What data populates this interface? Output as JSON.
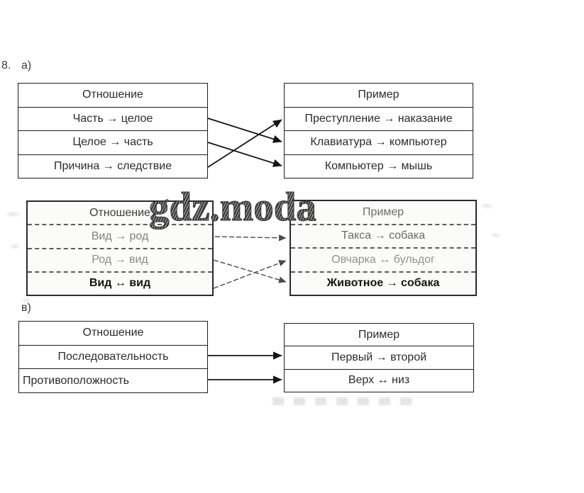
{
  "exercise": {
    "number": "8."
  },
  "watermark": {
    "text": "gdz.moda"
  },
  "colors": {
    "border": "#1c1c1c",
    "scan_border": "#2a2a2a",
    "faded_text": "#8b8b8b",
    "arrow": "#141414",
    "scan_arrow": "#4a4a4a"
  },
  "sections": {
    "a": {
      "label": "а)",
      "relation_table": {
        "header": "Отношение",
        "rows": [
          "Часть → целое",
          "Целое → часть",
          "Причина → следствие"
        ]
      },
      "example_table": {
        "header": "Пример",
        "rows": [
          "Преступление → наказание",
          "Клавиатура → компьютер",
          "Компьютер → мышь"
        ]
      },
      "connections": [
        {
          "from": "Часть → целое",
          "to": "Клавиатура → компьютер"
        },
        {
          "from": "Целое → часть",
          "to": "Компьютер → мышь"
        },
        {
          "from": "Причина → следствие",
          "to": "Преступление → наказание"
        }
      ]
    },
    "b": {
      "label": "",
      "relation_table": {
        "header": "Отношение",
        "rows": [
          "Вид → род",
          "Род → вид",
          "Вид ↔ вид"
        ]
      },
      "example_table": {
        "header": "Пример",
        "rows": [
          "Такса → собака",
          "Овчарка ↔ бульдог",
          "Животное → собака"
        ]
      },
      "connections": [
        {
          "from": "Вид → род",
          "to": "Такса → собака"
        },
        {
          "from": "Род → вид",
          "to": "Животное → собака"
        },
        {
          "from": "Вид ↔ вид",
          "to": "Овчарка ↔ бульдог"
        }
      ]
    },
    "v": {
      "label": "в)",
      "relation_table": {
        "header": "Отношение",
        "rows": [
          "Последовательность",
          "Противоположность"
        ]
      },
      "example_table": {
        "header": "Пример",
        "rows": [
          "Первый → второй",
          "Верх ↔ низ"
        ]
      },
      "connections": [
        {
          "from": "Последовательность",
          "to": "Первый → второй"
        },
        {
          "from": "Противоположность",
          "to": "Верх ↔ низ"
        }
      ]
    }
  }
}
